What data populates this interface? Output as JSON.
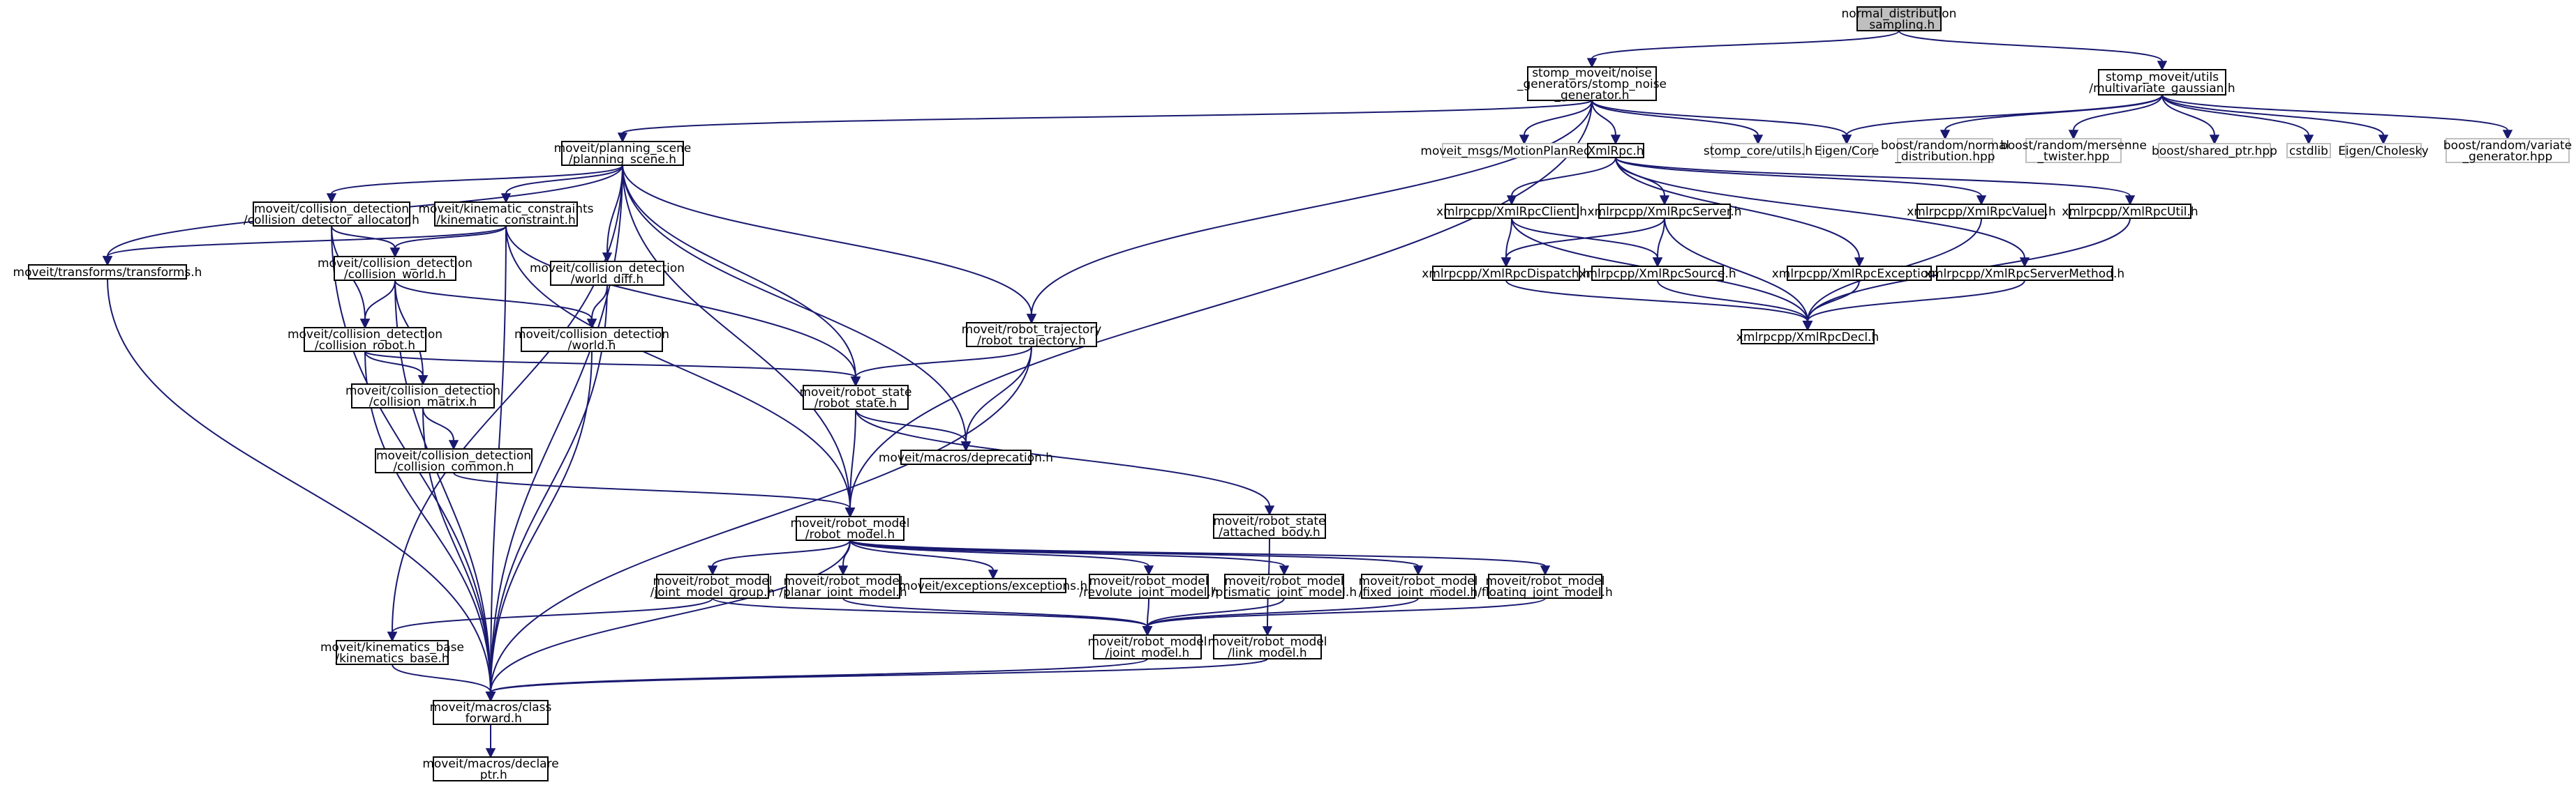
{
  "diagram": {
    "type": "include-dependency-graph",
    "colors": {
      "edge": "#191970",
      "root_fill": "#bfbfbf",
      "box_stroke": "#000000",
      "external_stroke": "#bfbfbf"
    },
    "nodes": [
      {
        "id": "n0",
        "lines": [
          "normal_distribution",
          "_sampling.h"
        ],
        "root": true
      },
      {
        "id": "n1",
        "lines": [
          "stomp_moveit/noise",
          "_generators/stomp_noise",
          "_generator.h"
        ]
      },
      {
        "id": "n2",
        "lines": [
          "stomp_moveit/utils",
          "/multivariate_gaussian.h"
        ]
      },
      {
        "id": "n3",
        "lines": [
          "moveit/planning_scene",
          "/planning_scene.h"
        ]
      },
      {
        "id": "n4",
        "lines": [
          "moveit_msgs/MotionPlanRequest.h"
        ],
        "external": true
      },
      {
        "id": "n5",
        "lines": [
          "XmlRpc.h"
        ]
      },
      {
        "id": "n6",
        "lines": [
          "stomp_core/utils.h"
        ],
        "external": true
      },
      {
        "id": "n7",
        "lines": [
          "Eigen/Core"
        ],
        "external": true
      },
      {
        "id": "n8",
        "lines": [
          "boost/random/normal",
          "_distribution.hpp"
        ],
        "external": true
      },
      {
        "id": "n9",
        "lines": [
          "boost/random/mersenne",
          "_twister.hpp"
        ],
        "external": true
      },
      {
        "id": "n10",
        "lines": [
          "boost/shared_ptr.hpp"
        ],
        "external": true
      },
      {
        "id": "n11",
        "lines": [
          "cstdlib"
        ],
        "external": true
      },
      {
        "id": "n12",
        "lines": [
          "Eigen/Cholesky"
        ],
        "external": true
      },
      {
        "id": "n13",
        "lines": [
          "boost/random/variate",
          "_generator.hpp"
        ],
        "external": true
      },
      {
        "id": "n14",
        "lines": [
          "moveit/collision_detection",
          "/collision_detector_allocator.h"
        ]
      },
      {
        "id": "n15",
        "lines": [
          "moveit/kinematic_constraints",
          "/kinematic_constraint.h"
        ]
      },
      {
        "id": "n16",
        "lines": [
          "moveit/transforms/transforms.h"
        ]
      },
      {
        "id": "n17",
        "lines": [
          "moveit/collision_detection",
          "/collision_world.h"
        ]
      },
      {
        "id": "n18",
        "lines": [
          "moveit/collision_detection",
          "/world_diff.h"
        ]
      },
      {
        "id": "n19",
        "lines": [
          "moveit/collision_detection",
          "/world.h"
        ]
      },
      {
        "id": "n20",
        "lines": [
          "moveit/collision_detection",
          "/collision_robot.h"
        ]
      },
      {
        "id": "n21",
        "lines": [
          "moveit/robot_trajectory",
          "/robot_trajectory.h"
        ]
      },
      {
        "id": "n22",
        "lines": [
          "moveit/robot_state",
          "/robot_state.h"
        ]
      },
      {
        "id": "n23",
        "lines": [
          "moveit/collision_detection",
          "/collision_matrix.h"
        ]
      },
      {
        "id": "n24",
        "lines": [
          "moveit/macros/deprecation.h"
        ]
      },
      {
        "id": "n25",
        "lines": [
          "moveit/collision_detection",
          "/collision_common.h"
        ]
      },
      {
        "id": "n26",
        "lines": [
          "moveit/robot_model",
          "/robot_model.h"
        ]
      },
      {
        "id": "n27",
        "lines": [
          "moveit/robot_state",
          "/attached_body.h"
        ]
      },
      {
        "id": "n28",
        "lines": [
          "moveit/robot_model",
          "/joint_model_group.h"
        ]
      },
      {
        "id": "n29",
        "lines": [
          "moveit/robot_model",
          "/planar_joint_model.h"
        ]
      },
      {
        "id": "n30",
        "lines": [
          "moveit/exceptions/exceptions.h"
        ]
      },
      {
        "id": "n31",
        "lines": [
          "moveit/robot_model",
          "/revolute_joint_model.h"
        ]
      },
      {
        "id": "n32",
        "lines": [
          "moveit/robot_model",
          "/prismatic_joint_model.h"
        ]
      },
      {
        "id": "n33",
        "lines": [
          "moveit/robot_model",
          "/fixed_joint_model.h"
        ]
      },
      {
        "id": "n34",
        "lines": [
          "moveit/robot_model",
          "/floating_joint_model.h"
        ]
      },
      {
        "id": "n35",
        "lines": [
          "moveit/kinematics_base",
          "/kinematics_base.h"
        ]
      },
      {
        "id": "n36",
        "lines": [
          "moveit/robot_model",
          "/joint_model.h"
        ]
      },
      {
        "id": "n37",
        "lines": [
          "moveit/robot_model",
          "/link_model.h"
        ]
      },
      {
        "id": "n38",
        "lines": [
          "moveit/macros/class",
          "_forward.h"
        ]
      },
      {
        "id": "n39",
        "lines": [
          "moveit/macros/declare",
          "_ptr.h"
        ]
      },
      {
        "id": "n40",
        "lines": [
          "xmlrpcpp/XmlRpcClient.h"
        ]
      },
      {
        "id": "n41",
        "lines": [
          "xmlrpcpp/XmlRpcServer.h"
        ]
      },
      {
        "id": "n42",
        "lines": [
          "xmlrpcpp/XmlRpcValue.h"
        ]
      },
      {
        "id": "n43",
        "lines": [
          "xmlrpcpp/XmlRpcUtil.h"
        ]
      },
      {
        "id": "n44",
        "lines": [
          "xmlrpcpp/XmlRpcDispatch.h"
        ]
      },
      {
        "id": "n45",
        "lines": [
          "xmlrpcpp/XmlRpcSource.h"
        ]
      },
      {
        "id": "n46",
        "lines": [
          "xmlrpcpp/XmlRpcException.h"
        ]
      },
      {
        "id": "n47",
        "lines": [
          "xmlrpcpp/XmlRpcServerMethod.h"
        ]
      },
      {
        "id": "n48",
        "lines": [
          "xmlrpcpp/XmlRpcDecl.h"
        ]
      }
    ],
    "edges": [
      [
        "n0",
        "n1"
      ],
      [
        "n0",
        "n2"
      ],
      [
        "n1",
        "n3"
      ],
      [
        "n1",
        "n4"
      ],
      [
        "n1",
        "n5"
      ],
      [
        "n1",
        "n6"
      ],
      [
        "n1",
        "n7"
      ],
      [
        "n1",
        "n21"
      ],
      [
        "n1",
        "n26"
      ],
      [
        "n2",
        "n7"
      ],
      [
        "n2",
        "n8"
      ],
      [
        "n2",
        "n9"
      ],
      [
        "n2",
        "n10"
      ],
      [
        "n2",
        "n11"
      ],
      [
        "n2",
        "n12"
      ],
      [
        "n2",
        "n13"
      ],
      [
        "n3",
        "n14"
      ],
      [
        "n3",
        "n15"
      ],
      [
        "n3",
        "n16"
      ],
      [
        "n3",
        "n18"
      ],
      [
        "n3",
        "n22"
      ],
      [
        "n3",
        "n21"
      ],
      [
        "n3",
        "n24"
      ],
      [
        "n3",
        "n26"
      ],
      [
        "n3",
        "n35"
      ],
      [
        "n3",
        "n38"
      ],
      [
        "n14",
        "n17"
      ],
      [
        "n14",
        "n20"
      ],
      [
        "n14",
        "n38"
      ],
      [
        "n15",
        "n16"
      ],
      [
        "n15",
        "n17"
      ],
      [
        "n15",
        "n22"
      ],
      [
        "n15",
        "n26"
      ],
      [
        "n15",
        "n38"
      ],
      [
        "n16",
        "n38"
      ],
      [
        "n17",
        "n19"
      ],
      [
        "n17",
        "n20"
      ],
      [
        "n17",
        "n23"
      ],
      [
        "n17",
        "n38"
      ],
      [
        "n18",
        "n19"
      ],
      [
        "n18",
        "n38"
      ],
      [
        "n19",
        "n38"
      ],
      [
        "n20",
        "n22"
      ],
      [
        "n20",
        "n23"
      ],
      [
        "n20",
        "n38"
      ],
      [
        "n21",
        "n22"
      ],
      [
        "n21",
        "n24"
      ],
      [
        "n21",
        "n38"
      ],
      [
        "n22",
        "n24"
      ],
      [
        "n22",
        "n26"
      ],
      [
        "n22",
        "n27"
      ],
      [
        "n23",
        "n25"
      ],
      [
        "n23",
        "n38"
      ],
      [
        "n25",
        "n26"
      ],
      [
        "n26",
        "n28"
      ],
      [
        "n26",
        "n29"
      ],
      [
        "n26",
        "n30"
      ],
      [
        "n26",
        "n31"
      ],
      [
        "n26",
        "n32"
      ],
      [
        "n26",
        "n33"
      ],
      [
        "n26",
        "n34"
      ],
      [
        "n26",
        "n38"
      ],
      [
        "n27",
        "n37"
      ],
      [
        "n28",
        "n35"
      ],
      [
        "n28",
        "n36"
      ],
      [
        "n29",
        "n36"
      ],
      [
        "n31",
        "n36"
      ],
      [
        "n32",
        "n36"
      ],
      [
        "n33",
        "n36"
      ],
      [
        "n34",
        "n36"
      ],
      [
        "n35",
        "n38"
      ],
      [
        "n36",
        "n38"
      ],
      [
        "n37",
        "n38"
      ],
      [
        "n38",
        "n39"
      ],
      [
        "n5",
        "n40"
      ],
      [
        "n5",
        "n41"
      ],
      [
        "n5",
        "n42"
      ],
      [
        "n5",
        "n43"
      ],
      [
        "n5",
        "n46"
      ],
      [
        "n5",
        "n47"
      ],
      [
        "n40",
        "n44"
      ],
      [
        "n40",
        "n45"
      ],
      [
        "n40",
        "n48"
      ],
      [
        "n41",
        "n44"
      ],
      [
        "n41",
        "n45"
      ],
      [
        "n41",
        "n48"
      ],
      [
        "n42",
        "n48"
      ],
      [
        "n43",
        "n48"
      ],
      [
        "n44",
        "n48"
      ],
      [
        "n45",
        "n48"
      ],
      [
        "n46",
        "n48"
      ],
      [
        "n47",
        "n48"
      ]
    ]
  }
}
